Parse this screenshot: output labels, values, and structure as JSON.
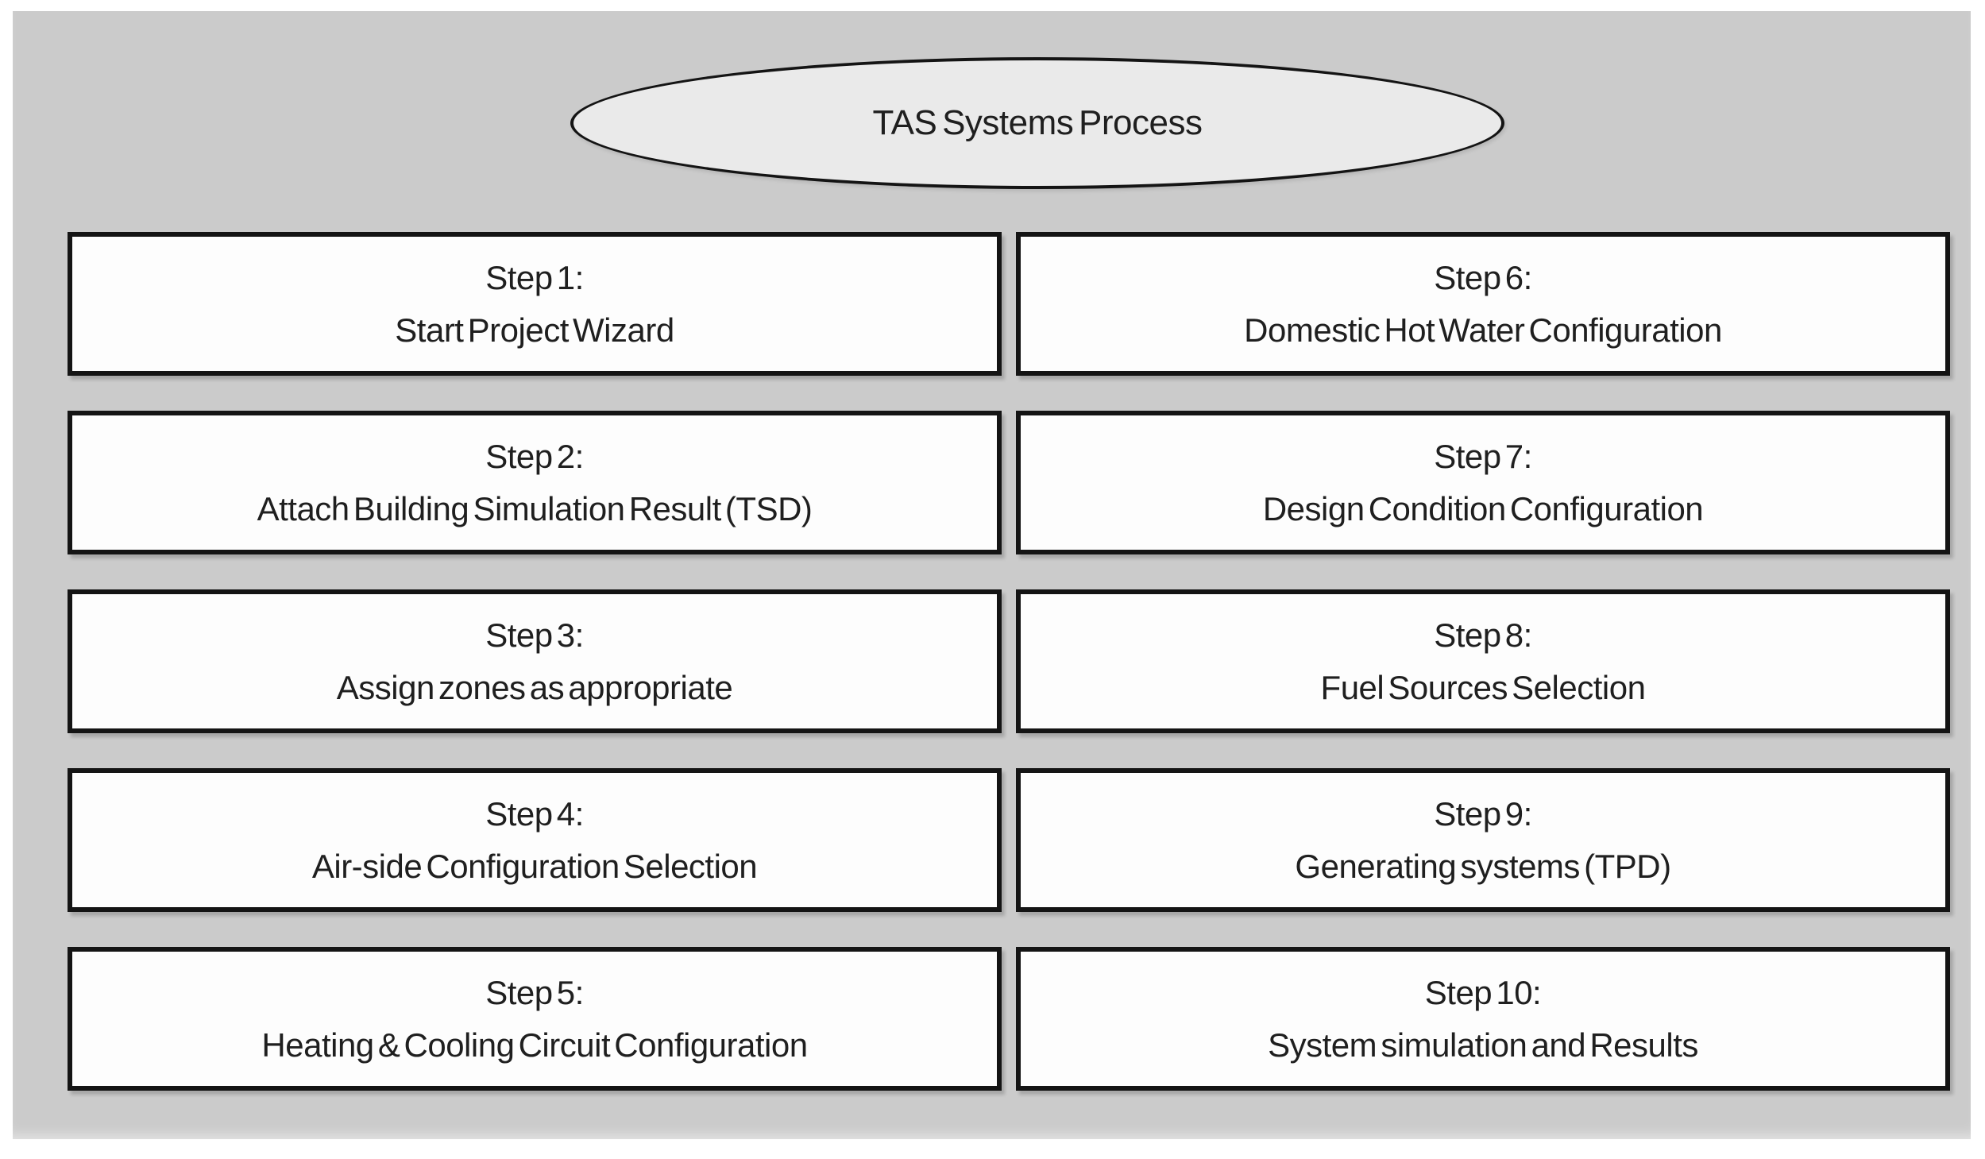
{
  "diagram": {
    "title": "TAS Systems Process",
    "steps": [
      {
        "label": "Step 1:",
        "description": "Start Project Wizard"
      },
      {
        "label": "Step 2:",
        "description": "Attach Building Simulation Result (TSD)"
      },
      {
        "label": "Step 3:",
        "description": "Assign zones as appropriate"
      },
      {
        "label": "Step 4:",
        "description": "Air-side Configuration Selection"
      },
      {
        "label": "Step 5:",
        "description": "Heating & Cooling Circuit Configuration"
      },
      {
        "label": "Step 6:",
        "description": "Domestic Hot Water Configuration"
      },
      {
        "label": "Step 7:",
        "description": "Design Condition Configuration"
      },
      {
        "label": "Step 8:",
        "description": "Fuel Sources Selection"
      },
      {
        "label": "Step 9:",
        "description": "Generating systems (TPD)"
      },
      {
        "label": "Step 10:",
        "description": "System simulation and Results"
      }
    ],
    "colors": {
      "panel_background": "#cbcbcb",
      "ellipse_fill": "#eaeaea",
      "box_fill": "#fdfdfd",
      "outline": "#141414",
      "text": "#1f1f1f"
    }
  }
}
